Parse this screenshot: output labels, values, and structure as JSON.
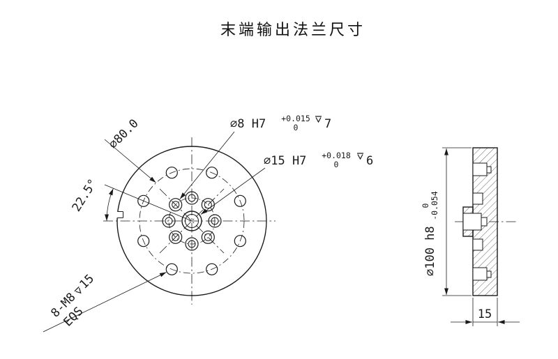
{
  "title": "末端输出法兰尺寸",
  "colors": {
    "line": "#1a1a1a",
    "background": "#ffffff"
  },
  "symbols": {
    "diameter": "⌀",
    "depth": "⌵"
  },
  "front_view": {
    "bolt_circle_label": "⌀80.0",
    "angle_label": "22.5°",
    "pin_hole": {
      "spec": "⌀8 H7",
      "tol_upper": "+0.015",
      "tol_lower": "0",
      "depth_value": "7"
    },
    "center_hole": {
      "spec": "⌀15 H7",
      "tol_upper": "+0.018",
      "tol_lower": "0",
      "depth_value": "6"
    },
    "thread_callout": {
      "prefix": "8-M8",
      "depth_value": "15",
      "suffix": "EQS"
    }
  },
  "side_view": {
    "diameter": {
      "spec": "⌀100 h8",
      "tol_upper": "0",
      "tol_lower": "-0.054"
    },
    "thickness": "15"
  }
}
